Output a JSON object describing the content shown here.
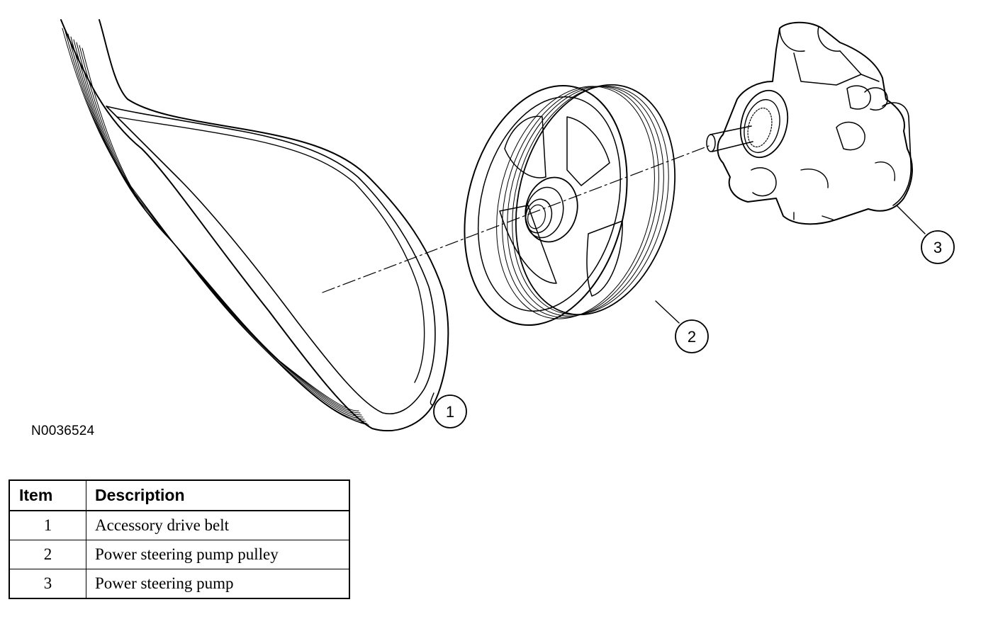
{
  "figure_id": "N0036524",
  "callouts": [
    "1",
    "2",
    "3"
  ],
  "legend": {
    "headers": {
      "item": "Item",
      "description": "Description"
    },
    "rows": [
      {
        "item": "1",
        "description": "Accessory drive belt"
      },
      {
        "item": "2",
        "description": "Power steering pump pulley"
      },
      {
        "item": "3",
        "description": "Power steering pump"
      }
    ]
  }
}
